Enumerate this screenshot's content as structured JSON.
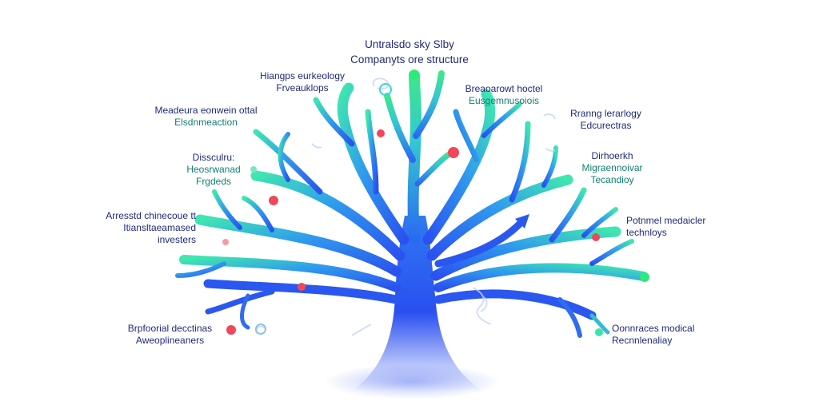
{
  "diagram": {
    "title": {
      "line1": "Untralsdo sky Slby",
      "line2": "Companyts ore structure"
    },
    "labels": [
      {
        "id": "top-left",
        "line1": "Hiangps eurkeology",
        "line2": "Frveauklops"
      },
      {
        "id": "upper-left",
        "line1": "Meadeura eonwein ottal",
        "line2": "Elsdnmeaction"
      },
      {
        "id": "mid-left",
        "line1": "Dissculru:",
        "line2": "Heosrwanad",
        "line3": "Frgdeds"
      },
      {
        "id": "lower-left",
        "line1": "Arresstd chinecoue tt",
        "line2": "Itiansltaeamased",
        "line3": "investers"
      },
      {
        "id": "bottom-left",
        "line1": "Brpfoorial decctinas",
        "line2": "Aweoplineaners"
      },
      {
        "id": "top-right",
        "line1": "Breaoarowt hoctel",
        "line2": "Eusgemnusoiois"
      },
      {
        "id": "upper-right",
        "line1": "Rranng lerarlogy",
        "line2": "Edcurectras"
      },
      {
        "id": "mid-right",
        "line1": "Dirhoerkh",
        "line2": "Migraennoivar",
        "line3": "Tecandioy"
      },
      {
        "id": "lower-right",
        "line1": "Potnmel medaicler",
        "line2": "technloys"
      },
      {
        "id": "bottom-right",
        "line1": "Oonnraces modical",
        "line2": "Recnnlenaliay"
      }
    ]
  },
  "colors": {
    "trunk": "#2a4ff0",
    "branch_mid": "#2f8cf0",
    "branch_tip": "#3de2b0",
    "accent_red": "#f0475a",
    "accent_green": "#2bea7a",
    "title_text": "#1f2a7a",
    "subtitle_text": "#11806e"
  },
  "icons": [
    "arrow-up-right-icon",
    "dot-node-icon",
    "circle-outline-icon"
  ]
}
